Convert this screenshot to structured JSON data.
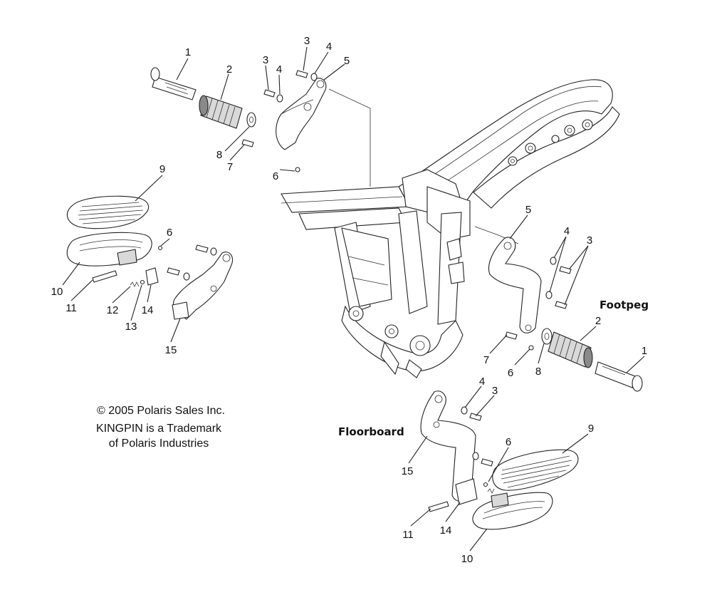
{
  "callouts": [
    {
      "id": "c1a",
      "text": "1"
    },
    {
      "id": "c2a",
      "text": "2"
    },
    {
      "id": "c3a",
      "text": "3"
    },
    {
      "id": "c4a",
      "text": "4"
    },
    {
      "id": "c3b",
      "text": "3"
    },
    {
      "id": "c4b",
      "text": "4"
    },
    {
      "id": "c5a",
      "text": "5"
    },
    {
      "id": "c8a",
      "text": "8"
    },
    {
      "id": "c7a",
      "text": "7"
    },
    {
      "id": "c6a",
      "text": "6"
    },
    {
      "id": "c9a",
      "text": "9"
    },
    {
      "id": "c6b",
      "text": "6"
    },
    {
      "id": "c10a",
      "text": "10"
    },
    {
      "id": "c11a",
      "text": "11"
    },
    {
      "id": "c12a",
      "text": "12"
    },
    {
      "id": "c13a",
      "text": "13"
    },
    {
      "id": "c14a",
      "text": "14"
    },
    {
      "id": "c15a",
      "text": "15"
    },
    {
      "id": "c5b",
      "text": "5"
    },
    {
      "id": "c4c",
      "text": "4"
    },
    {
      "id": "c3c",
      "text": "3"
    },
    {
      "id": "c2b",
      "text": "2"
    },
    {
      "id": "c1b",
      "text": "1"
    },
    {
      "id": "c7b",
      "text": "7"
    },
    {
      "id": "c6c",
      "text": "6"
    },
    {
      "id": "c8b",
      "text": "8"
    },
    {
      "id": "c4d",
      "text": "4"
    },
    {
      "id": "c3d",
      "text": "3"
    },
    {
      "id": "c9b",
      "text": "9"
    },
    {
      "id": "c6d",
      "text": "6"
    },
    {
      "id": "c15b",
      "text": "15"
    },
    {
      "id": "c11b",
      "text": "11"
    },
    {
      "id": "c14b",
      "text": "14"
    },
    {
      "id": "c10b",
      "text": "10"
    }
  ],
  "sections": {
    "footpeg": "Footpeg",
    "floorboard": "Floorboard"
  },
  "notes": {
    "copyright": "© 2005 Polaris Sales Inc.",
    "trademark_1": "KINGPIN is a Trademark",
    "trademark_2": "of Polaris Industries"
  }
}
